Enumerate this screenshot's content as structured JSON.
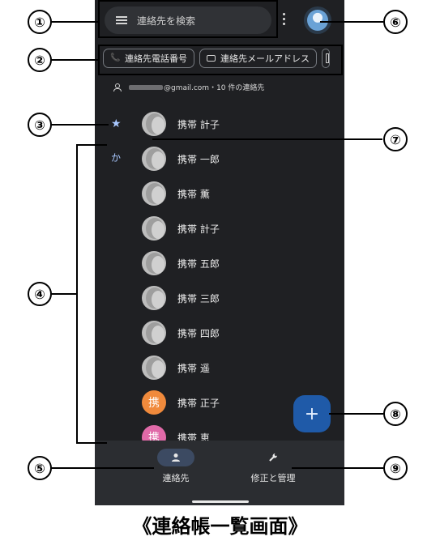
{
  "search": {
    "placeholder": "連絡先を検索"
  },
  "chips": [
    {
      "label": "連絡先電話番号",
      "icon": "phone-icon"
    },
    {
      "label": "連絡先メールアドレス",
      "icon": "mail-icon"
    }
  ],
  "account": {
    "suffix": "@gmail.com・10 件の連絡先"
  },
  "index": {
    "starred": "★",
    "letter": "か"
  },
  "contacts": [
    {
      "name": "携帯 計子",
      "avatar": "photo"
    },
    {
      "name": "携帯 一郎",
      "avatar": "photo"
    },
    {
      "name": "携帯 薫",
      "avatar": "photo"
    },
    {
      "name": "携帯 計子",
      "avatar": "photo"
    },
    {
      "name": "携帯 五郎",
      "avatar": "photo"
    },
    {
      "name": "携帯 三郎",
      "avatar": "photo"
    },
    {
      "name": "携帯 四郎",
      "avatar": "photo"
    },
    {
      "name": "携帯 遥",
      "avatar": "photo"
    },
    {
      "name": "携帯 正子",
      "avatar": "letter",
      "letter": "携",
      "color": "#f08a3c"
    },
    {
      "name": "携帯 恵",
      "avatar": "letter",
      "letter": "携",
      "color": "#e06aa8"
    }
  ],
  "fab": {
    "label": "+"
  },
  "bottom_nav": [
    {
      "label": "連絡先",
      "icon": "person-icon",
      "active": true
    },
    {
      "label": "修正と管理",
      "icon": "wrench-icon",
      "active": false
    }
  ],
  "callouts": [
    "①",
    "②",
    "③",
    "④",
    "⑤",
    "⑥",
    "⑦",
    "⑧",
    "⑨"
  ],
  "caption": "《連絡帳一覧画面》"
}
